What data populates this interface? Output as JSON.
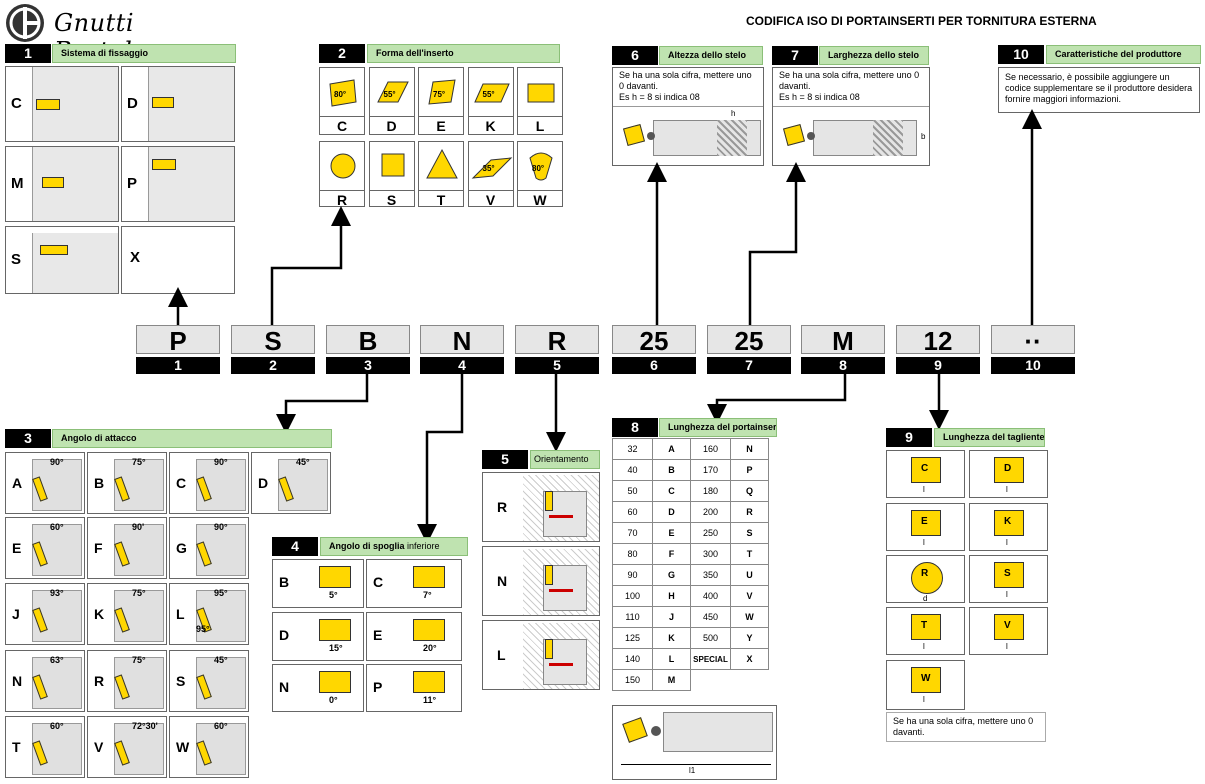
{
  "brand": {
    "logo_text": "Gnutti Bortolo"
  },
  "page_title": "CODIFICA ISO DI PORTAINSERTI PER TORNITURA ESTERNA",
  "sec1": {
    "num": "1",
    "title": "Sistema di fissaggio",
    "cells": [
      "C",
      "D",
      "M",
      "P",
      "S",
      "X"
    ]
  },
  "sec2": {
    "num": "2",
    "title": "Forma dell'inserto",
    "shapes": [
      {
        "letter": "C",
        "angle": "80°"
      },
      {
        "letter": "D",
        "angle": "55°"
      },
      {
        "letter": "E",
        "angle": "75°"
      },
      {
        "letter": "K",
        "angle": "55°"
      },
      {
        "letter": "L",
        "angle": ""
      },
      {
        "letter": "R",
        "angle": ""
      },
      {
        "letter": "S",
        "angle": ""
      },
      {
        "letter": "T",
        "angle": ""
      },
      {
        "letter": "V",
        "angle": "35°"
      },
      {
        "letter": "W",
        "angle": "80°"
      }
    ]
  },
  "sec6": {
    "num": "6",
    "title": "Altezza dello stelo",
    "desc": "Se ha una sola cifra, mettere uno 0 davanti.",
    "example": "Es h = 8 si indica 08",
    "dim": "h"
  },
  "sec7": {
    "num": "7",
    "title": "Larghezza dello stelo",
    "desc": "Se ha una sola cifra, mettere uno 0 davanti.",
    "example": "Es h = 8 si indica 08",
    "dim": "b"
  },
  "sec10": {
    "num": "10",
    "title": "Caratteristiche del produttore",
    "desc": "Se necessario, è possibile aggiungere un codice supplementare se il produttore desidera fornire maggiori informazioni."
  },
  "code": [
    {
      "val": "P",
      "num": "1"
    },
    {
      "val": "S",
      "num": "2"
    },
    {
      "val": "B",
      "num": "3"
    },
    {
      "val": "N",
      "num": "4"
    },
    {
      "val": "R",
      "num": "5"
    },
    {
      "val": "25",
      "num": "6"
    },
    {
      "val": "25",
      "num": "7"
    },
    {
      "val": "M",
      "num": "8"
    },
    {
      "val": "12",
      "num": "9"
    },
    {
      "val": "··",
      "num": "10"
    }
  ],
  "sec3": {
    "num": "3",
    "title": "Angolo di attacco",
    "cells": [
      {
        "l": "A",
        "a": "90°"
      },
      {
        "l": "B",
        "a": "75°"
      },
      {
        "l": "C",
        "a": "90°"
      },
      {
        "l": "D",
        "a": "45°"
      },
      {
        "l": "E",
        "a": "60°"
      },
      {
        "l": "F",
        "a": "90'"
      },
      {
        "l": "G",
        "a": "90°"
      },
      {
        "l": "J",
        "a": "93°"
      },
      {
        "l": "K",
        "a": "75°"
      },
      {
        "l": "L",
        "a": "95°",
        "a2": "95°"
      },
      {
        "l": "N",
        "a": "63°"
      },
      {
        "l": "R",
        "a": "75°"
      },
      {
        "l": "S",
        "a": "45°"
      },
      {
        "l": "T",
        "a": "60°"
      },
      {
        "l": "V",
        "a": "72°30'"
      },
      {
        "l": "W",
        "a": "60°"
      }
    ]
  },
  "sec4": {
    "num": "4",
    "title": "Angolo di spoglia",
    "title_suffix": "inferiore",
    "cells": [
      {
        "l": "B",
        "a": "5°"
      },
      {
        "l": "C",
        "a": "7°"
      },
      {
        "l": "D",
        "a": "15°"
      },
      {
        "l": "E",
        "a": "20°"
      },
      {
        "l": "N",
        "a": "0°"
      },
      {
        "l": "P",
        "a": "11°"
      }
    ]
  },
  "sec5": {
    "num": "5",
    "title": "Orientamento",
    "cells": [
      "R",
      "N",
      "L"
    ]
  },
  "sec8": {
    "num": "8",
    "title": "Lunghezza del portainserto",
    "rows": [
      [
        "32",
        "A",
        "160",
        "N"
      ],
      [
        "40",
        "B",
        "170",
        "P"
      ],
      [
        "50",
        "C",
        "180",
        "Q"
      ],
      [
        "60",
        "D",
        "200",
        "R"
      ],
      [
        "70",
        "E",
        "250",
        "S"
      ],
      [
        "80",
        "F",
        "300",
        "T"
      ],
      [
        "90",
        "G",
        "350",
        "U"
      ],
      [
        "100",
        "H",
        "400",
        "V"
      ],
      [
        "110",
        "J",
        "450",
        "W"
      ],
      [
        "125",
        "K",
        "500",
        "Y"
      ],
      [
        "140",
        "L",
        "SPECIAL",
        "X"
      ],
      [
        "150",
        "M",
        "",
        ""
      ]
    ],
    "dim": "l1"
  },
  "sec9": {
    "num": "9",
    "title": "Lunghezza del tagliente",
    "shapes": [
      "C",
      "D",
      "E",
      "K",
      "R",
      "S",
      "T",
      "V",
      "W"
    ],
    "dim_l": "l",
    "dim_d": "d",
    "note": "Se ha una sola cifra, mettere uno 0 davanti."
  }
}
